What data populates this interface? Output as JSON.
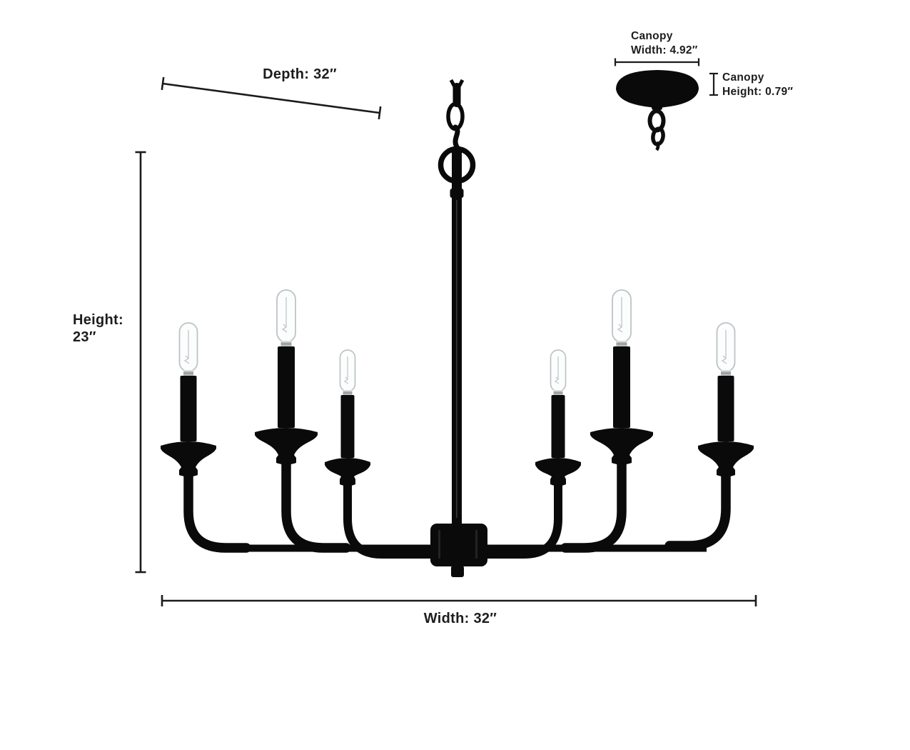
{
  "illustration": {
    "description": "Matte black 6-light candelabra chandelier dimension diagram on white background",
    "fixture_color": "#0a0a0a",
    "dimension_line_color": "#1b1b1b",
    "text_color": "#1d1d1d",
    "bulb_outline_color": "#bdc3c6",
    "light_count": 6
  },
  "labels": {
    "depth": "Depth: 32″",
    "height_line1": "Height:",
    "height_line2": "23″",
    "width": "Width: 32″",
    "canopy_width_line1": "Canopy",
    "canopy_width_line2": "Width: 4.92″",
    "canopy_height_line1": "Canopy",
    "canopy_height_line2": "Height: 0.79″"
  },
  "measurements": {
    "depth_inches": 32,
    "height_inches": 23,
    "width_inches": 32,
    "canopy_width_inches": 4.92,
    "canopy_height_inches": 0.79
  }
}
